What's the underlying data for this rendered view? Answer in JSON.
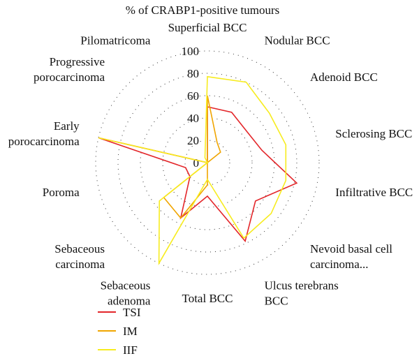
{
  "chart_data": {
    "type": "radar",
    "title": "% of CRABP1-positive tumours",
    "categories": [
      [
        "Superficial BCC"
      ],
      [
        "Nodular BCC"
      ],
      [
        "Adenoid BCC"
      ],
      [
        "Sclerosing BCC"
      ],
      [
        "Infiltrative BCC"
      ],
      [
        "Nevoid basal cell",
        "carcinoma..."
      ],
      [
        "Ulcus terebrans",
        "BCC"
      ],
      [
        "Total BCC"
      ],
      [
        "Sebaceous",
        "adenoma"
      ],
      [
        "Sebaceous",
        "carcinoma"
      ],
      [
        "Poroma"
      ],
      [
        "Early",
        "porocarcinoma"
      ],
      [
        "Progressive",
        "porocarcinoma"
      ],
      [
        "Pilomatricoma"
      ]
    ],
    "r_ticks": [
      0,
      20,
      40,
      60,
      80,
      100
    ],
    "rlim": [
      0,
      100
    ],
    "grid": true,
    "legend_position": "bottom-left",
    "series": [
      {
        "name": "TSI",
        "color": "#e3262a",
        "values": [
          50,
          50,
          45,
          50,
          82,
          55,
          78,
          30,
          55,
          20,
          20,
          100,
          0,
          0
        ]
      },
      {
        "name": "IM",
        "color": "#f0a500",
        "values": [
          60,
          20,
          15,
          0,
          0,
          0,
          0,
          20,
          55,
          50,
          0,
          100,
          0,
          0
        ]
      },
      {
        "name": "IIF",
        "color": "#f7ec1f",
        "values": [
          77,
          80,
          71,
          72,
          72,
          73,
          75,
          15,
          100,
          55,
          0,
          100,
          0,
          5
        ]
      }
    ]
  }
}
